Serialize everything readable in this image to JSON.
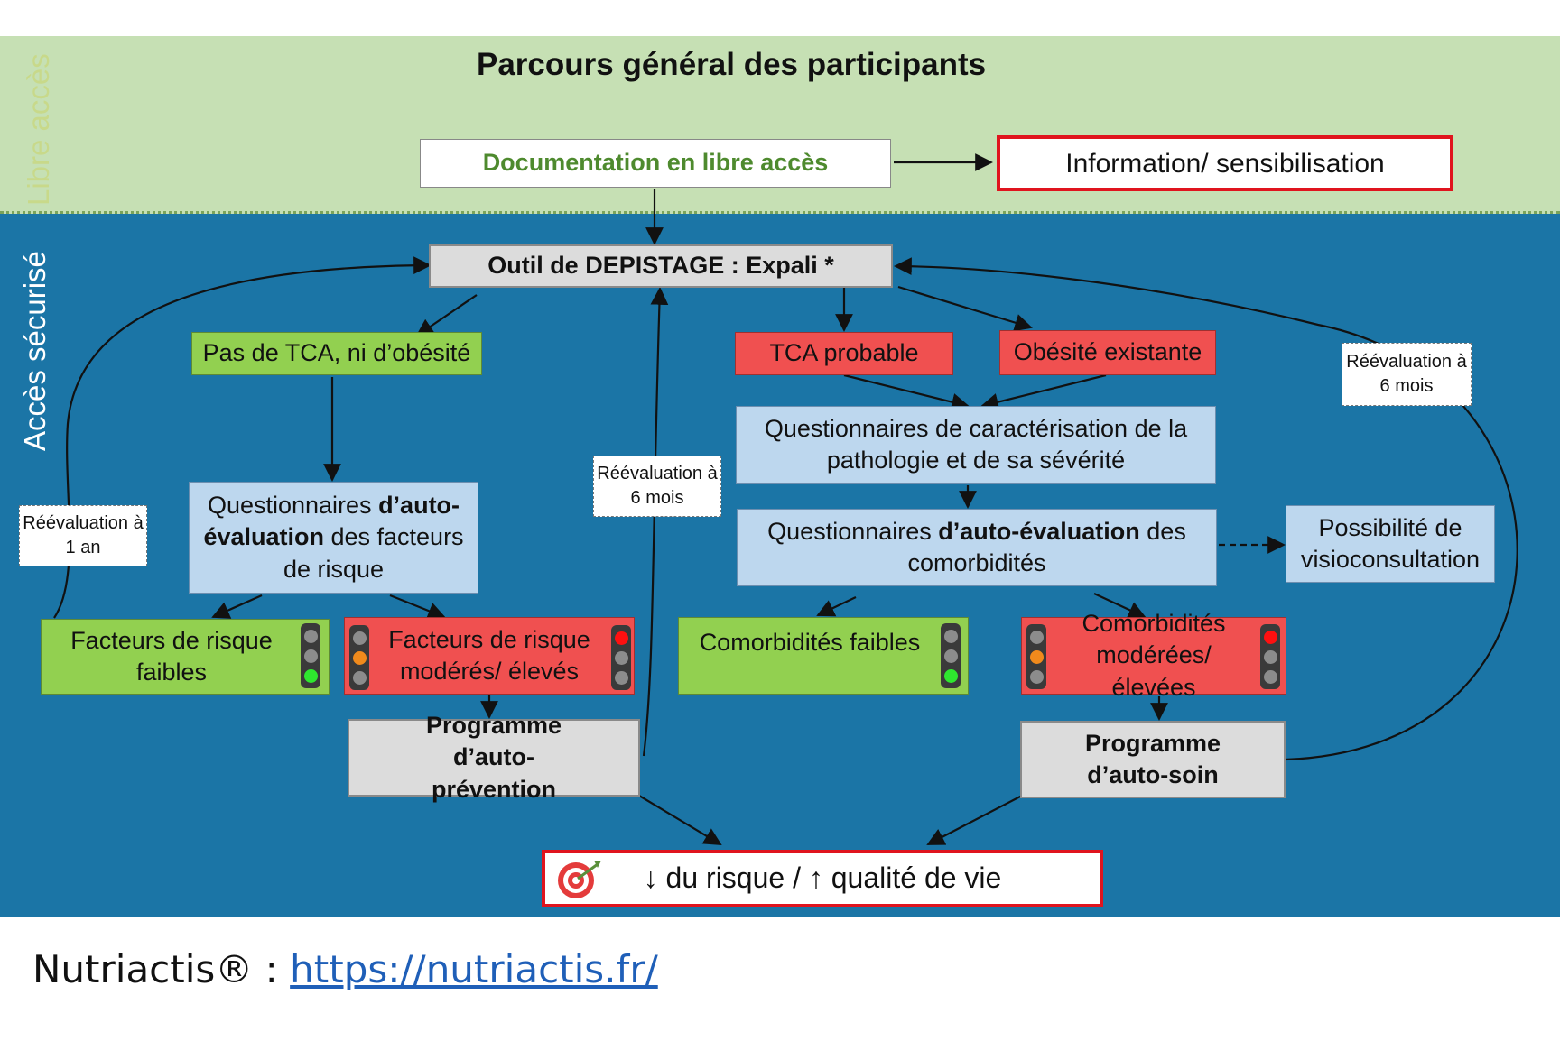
{
  "title": "Parcours général des participants",
  "zones": {
    "free": "Libre accès",
    "secure": "Accès sécurisé"
  },
  "nodes": {
    "documentation": "Documentation en libre accès",
    "information": "Information/ sensibilisation",
    "screening": "Outil de DEPISTAGE : Expali *",
    "no_tca": "Pas de TCA, ni d’obésité",
    "tca_probable": "TCA probable",
    "obesity": "Obésité existante",
    "q_risk_pre": "Questionnaires ",
    "q_risk_bold1": "d’auto-",
    "q_risk_bold2": "évaluation",
    "q_risk_post": " des facteurs de risque",
    "q_patho": "Questionnaires de caractérisation de la pathologie et de sa sévérité",
    "q_comorb_pre": "Questionnaires ",
    "q_comorb_bold": "d’auto-évaluation",
    "q_comorb_post": " des comorbidités",
    "visio": "Possibilité de visioconsultation",
    "risk_low": "Facteurs de risque faibles",
    "risk_high": "Facteurs de risque modérés/ élevés",
    "comorb_low": "Comorbidités faibles",
    "comorb_high": "Comorbidités modérées/ élevées",
    "prog_prevention": "Programme d’auto-prévention",
    "prog_care": "Programme d’auto-soin",
    "outcome": "↓ du risque / ↑ qualité de vie"
  },
  "reeval": {
    "one_year": "Réévaluation à 1 an",
    "six_months_a": "Réévaluation à 6 mois",
    "six_months_b": "Réévaluation à 6 mois"
  },
  "footer": {
    "brand": "Nutriactis® : ",
    "link": "https://nutriactis.fr/"
  },
  "colors": {
    "free_zone": "#c6e0b4",
    "secure_zone": "#1b75a6",
    "green": "#92d050",
    "red": "#f05050",
    "blue": "#bdd7ee",
    "gray": "#dcdcdc",
    "frame_red": "#e0141e"
  }
}
